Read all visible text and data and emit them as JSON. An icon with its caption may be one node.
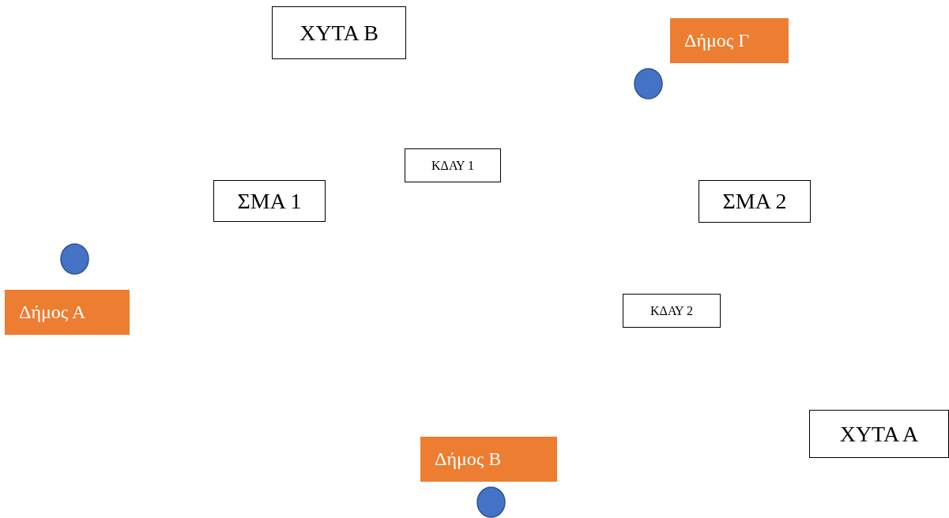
{
  "diagram": {
    "nodes": [
      {
        "text": [
          "ΧΥΤΑ Β"
        ]
      },
      {
        "text": [
          "Δήμος Γ"
        ]
      },
      {
        "text": [],
        "shape": "circle"
      },
      {
        "text": [
          "ΚΔΑΥ 1"
        ]
      },
      {
        "text": [
          "ΣΜΑ 1"
        ]
      },
      {
        "text": [
          "ΣΜΑ 2"
        ]
      },
      {
        "text": [],
        "shape": "circle"
      },
      {
        "text": [
          "Δήμος Α"
        ]
      },
      {
        "text": [
          "ΚΔΑΥ 2"
        ]
      },
      {
        "text": [
          "ΧΥΤΑ Α"
        ]
      },
      {
        "text": [
          "Δήμος Β"
        ]
      },
      {
        "text": [],
        "shape": "circle"
      }
    ]
  }
}
